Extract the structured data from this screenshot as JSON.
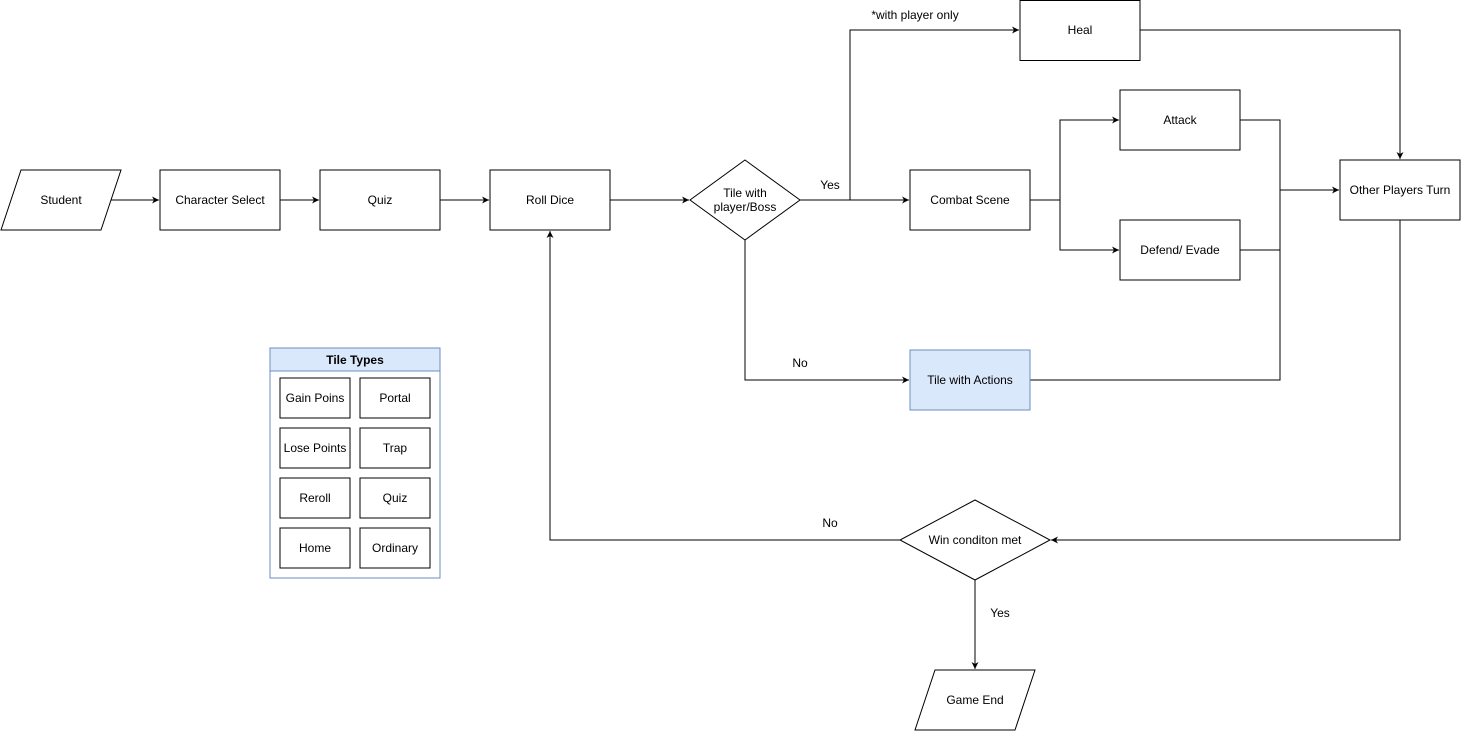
{
  "nodes": {
    "student": "Student",
    "character_select": "Character Select",
    "quiz": "Quiz",
    "roll_dice": "Roll Dice",
    "tile_decision_line1": "Tile with",
    "tile_decision_line2": "player/Boss",
    "heal": "Heal",
    "attack": "Attack",
    "combat_scene": "Combat Scene",
    "defend_evade": "Defend/ Evade",
    "other_players_turn": "Other Players Turn",
    "tile_with_actions": "Tile with Actions",
    "win_condition": "Win conditon met",
    "game_end": "Game End"
  },
  "edge_labels": {
    "with_player_only": "*with player only",
    "yes_combat": "Yes",
    "no_actions": "No",
    "no_loop": "No",
    "yes_end": "Yes"
  },
  "legend": {
    "title": "Tile Types",
    "items": [
      "Gain Poins",
      "Portal",
      "Lose Points",
      "Trap",
      "Reroll",
      "Quiz",
      "Home",
      "Ordinary"
    ]
  },
  "colors": {
    "highlight_fill": "#dae8fc",
    "highlight_stroke": "#6c8ebf"
  }
}
